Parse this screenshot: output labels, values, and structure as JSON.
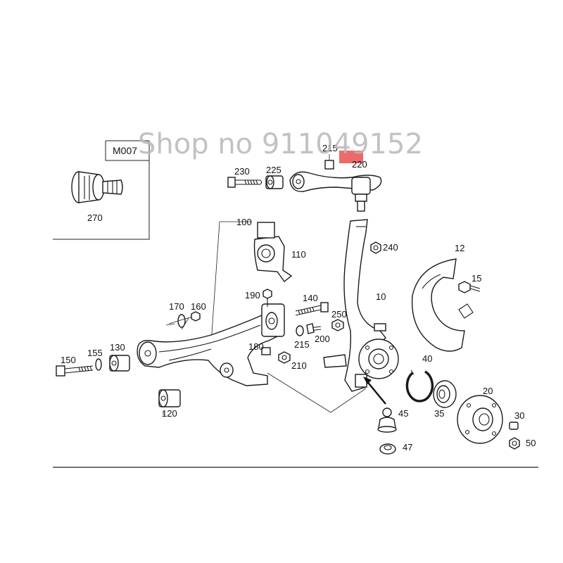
{
  "watermark": "Shop no 911049152",
  "box_label": "M007",
  "highlight_color": "#ee6a6a",
  "parts": {
    "p10": "10",
    "p12": "12",
    "p15": "15",
    "p20": "20",
    "p30": "30",
    "p35": "35",
    "p40": "40",
    "p45": "45",
    "p47": "47",
    "p50": "50",
    "p100": "100",
    "p110": "110",
    "p120": "120",
    "p130": "130",
    "p140": "140",
    "p150": "150",
    "p155": "155",
    "p160": "160",
    "p170": "170",
    "p180": "180",
    "p190": "190",
    "p200": "200",
    "p210": "210",
    "p215a": "215",
    "p215b": "215",
    "p220": "220",
    "p225": "225",
    "p230": "230",
    "p240": "240",
    "p250": "250",
    "p270": "270"
  }
}
